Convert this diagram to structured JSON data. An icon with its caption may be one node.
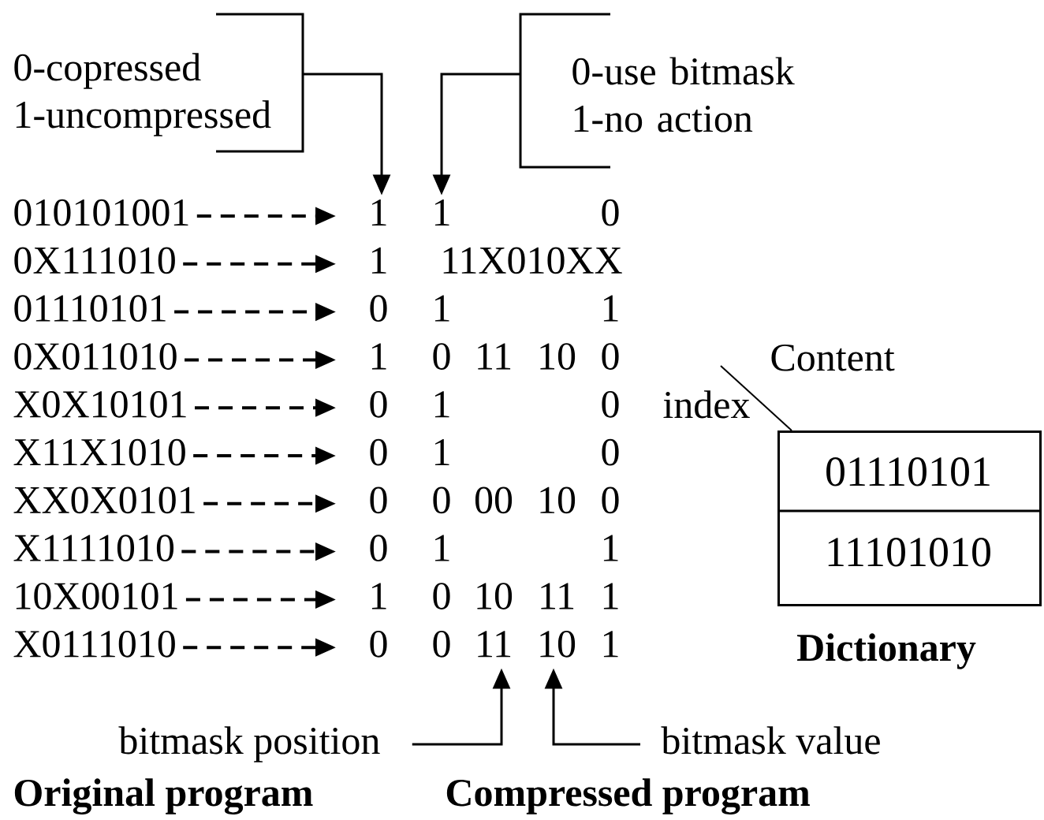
{
  "diagram": {
    "nodes": [
      {
        "text": [
          "0-copressed",
          "1-uncompressed"
        ]
      },
      {
        "text": [
          "0-use bitmask",
          "1-no action"
        ]
      },
      {
        "text": [
          "010101001"
        ]
      },
      {
        "text": [
          "0X111010"
        ]
      },
      {
        "text": [
          "01110101"
        ]
      },
      {
        "text": [
          "0X011010"
        ]
      },
      {
        "text": [
          "X0X10101"
        ]
      },
      {
        "text": [
          "X11X1010"
        ]
      },
      {
        "text": [
          "XX0X0101"
        ]
      },
      {
        "text": [
          "X1111010"
        ]
      },
      {
        "text": [
          "10X00101"
        ]
      },
      {
        "text": [
          "X0111010"
        ]
      },
      {
        "text": [
          "1",
          "1",
          "0"
        ]
      },
      {
        "text": [
          "1",
          "11X010XX"
        ]
      },
      {
        "text": [
          "0",
          "1",
          "1"
        ]
      },
      {
        "text": [
          "1",
          "0",
          "11",
          "10",
          "0"
        ]
      },
      {
        "text": [
          "0",
          "1",
          "0"
        ]
      },
      {
        "text": [
          "0",
          "1",
          "0"
        ]
      },
      {
        "text": [
          "0",
          "0",
          "00",
          "10",
          "0"
        ]
      },
      {
        "text": [
          "0",
          "1",
          "1"
        ]
      },
      {
        "text": [
          "1",
          "0",
          "10",
          "11",
          "1"
        ]
      },
      {
        "text": [
          "0",
          "0",
          "11",
          "10",
          "1"
        ]
      },
      {
        "text": [
          "bitmask position"
        ]
      },
      {
        "text": [
          "bitmask value"
        ]
      },
      {
        "text": [
          "01110101",
          "11101010"
        ],
        "beside": [
          "Dictionary"
        ]
      }
    ],
    "edges": [
      {
        "from": 2,
        "to": 12,
        "arrow": "to",
        "style": "dashed"
      },
      {
        "from": 3,
        "to": 13,
        "arrow": "to",
        "style": "dashed"
      },
      {
        "from": 4,
        "to": 14,
        "arrow": "to",
        "style": "dashed"
      },
      {
        "from": 5,
        "to": 15,
        "arrow": "to",
        "style": "dashed"
      },
      {
        "from": 6,
        "to": 16,
        "arrow": "to",
        "style": "dashed"
      },
      {
        "from": 7,
        "to": 17,
        "arrow": "to",
        "style": "dashed"
      },
      {
        "from": 8,
        "to": 18,
        "arrow": "to",
        "style": "dashed"
      },
      {
        "from": 9,
        "to": 19,
        "arrow": "to",
        "style": "dashed"
      },
      {
        "from": 10,
        "to": 20,
        "arrow": "to",
        "style": "dashed"
      },
      {
        "from": 11,
        "to": 21,
        "arrow": "to",
        "style": "dashed"
      },
      {
        "from": 0,
        "to": 12,
        "arrow": "to"
      },
      {
        "from": 1,
        "to": 12,
        "arrow": "to"
      },
      {
        "from": 22,
        "to": 21,
        "arrow": "to"
      },
      {
        "from": 23,
        "to": 21,
        "arrow": "to"
      }
    ],
    "labels": [
      "Content",
      "index",
      "Original program",
      "Compressed program"
    ]
  }
}
